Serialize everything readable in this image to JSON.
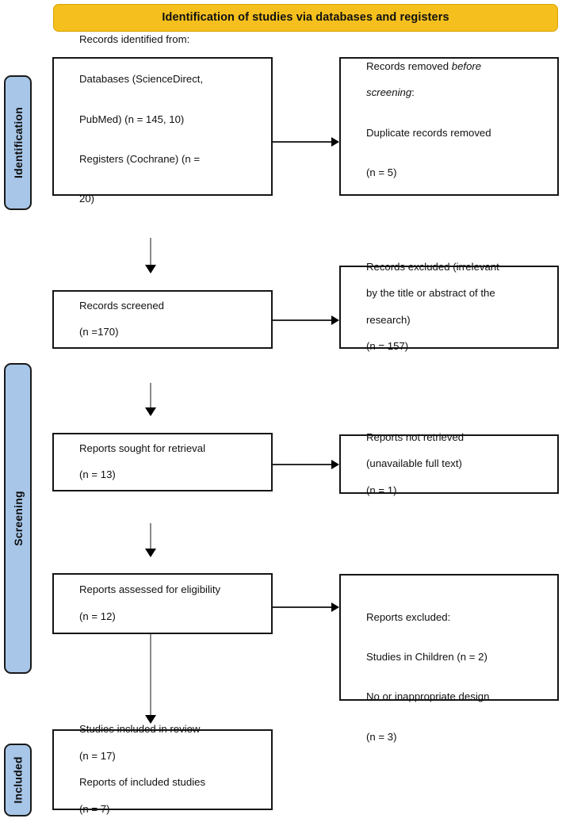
{
  "header": {
    "title": "Identification of studies via databases and registers",
    "background_color": "#f5c01e"
  },
  "stages": [
    {
      "id": "identification",
      "label": "Identification",
      "color": "#a7c6e8"
    },
    {
      "id": "screening",
      "label": "Screening",
      "color": "#a7c6e8"
    },
    {
      "id": "included",
      "label": "Included",
      "color": "#a7c6e8"
    }
  ],
  "boxes": {
    "records_identified": {
      "line1": "Records identified from:",
      "line2": "Databases (ScienceDirect,",
      "line3": "PubMed) (n = 145, 10)",
      "line4": "Registers (Cochrane) (n =",
      "line5": "20)"
    },
    "records_removed": {
      "line1_pre": "Records removed ",
      "line1_italic": "before",
      "line2_italic": "screening",
      "line2_post": ":",
      "line3": "Duplicate records removed",
      "line4": "(n = 5)"
    },
    "records_screened": {
      "line1": "Records screened",
      "line2": "(n =170)"
    },
    "records_excluded": {
      "line1": "Records excluded (irrelevant",
      "line2": "by the title or abstract of the",
      "line3": "research)",
      "line4": "(n = 157)"
    },
    "reports_sought": {
      "line1": "Reports sought for retrieval",
      "line2": "(n = 13)"
    },
    "reports_not_retrieved": {
      "line1": "Reports not retrieved",
      "line2": "(unavailable full text)",
      "line3": "(n = 1)"
    },
    "reports_assessed": {
      "line1": "Reports assessed for eligibility",
      "line2": "(n = 12)"
    },
    "reports_excluded": {
      "line1": "Reports excluded:",
      "line2": "Studies in Children (n = 2)",
      "line3": "No or inappropriate design",
      "line4": "(n = 3)"
    },
    "studies_included": {
      "line1": "Studies included in review",
      "line2": "(n = 17)",
      "line3": "Reports of included studies",
      "line4": "(n = 7)"
    }
  },
  "chart_data": {
    "type": "diagram",
    "title": "Identification of studies via databases and registers",
    "diagram_kind": "PRISMA flow diagram",
    "stages": [
      "Identification",
      "Screening",
      "Included"
    ],
    "nodes": [
      {
        "id": "records_identified",
        "stage": "Identification",
        "column": "left",
        "label": "Records identified from: Databases (ScienceDirect, PubMed) (n = 145, 10) Registers (Cochrane) (n = 20)",
        "counts": {
          "databases_sciencedirect": 145,
          "databases_pubmed": 10,
          "registers_cochrane": 20
        }
      },
      {
        "id": "records_removed",
        "stage": "Identification",
        "column": "right",
        "label": "Records removed before screening: Duplicate records removed (n = 5)",
        "counts": {
          "duplicate_records_removed": 5
        }
      },
      {
        "id": "records_screened",
        "stage": "Screening",
        "column": "left",
        "label": "Records screened (n =170)",
        "counts": {
          "n": 170
        }
      },
      {
        "id": "records_excluded",
        "stage": "Screening",
        "column": "right",
        "label": "Records excluded (irrelevant by the title or abstract of the research) (n = 157)",
        "counts": {
          "n": 157
        }
      },
      {
        "id": "reports_sought",
        "stage": "Screening",
        "column": "left",
        "label": "Reports sought for retrieval (n = 13)",
        "counts": {
          "n": 13
        }
      },
      {
        "id": "reports_not_retrieved",
        "stage": "Screening",
        "column": "right",
        "label": "Reports not retrieved (unavailable full text) (n = 1)",
        "counts": {
          "n": 1
        }
      },
      {
        "id": "reports_assessed",
        "stage": "Screening",
        "column": "left",
        "label": "Reports assessed for eligibility (n = 12)",
        "counts": {
          "n": 12
        }
      },
      {
        "id": "reports_excluded",
        "stage": "Screening",
        "column": "right",
        "label": "Reports excluded: Studies in Children (n = 2) No or inappropriate design (n = 3)",
        "counts": {
          "studies_in_children": 2,
          "no_or_inappropriate_design": 3
        }
      },
      {
        "id": "studies_included",
        "stage": "Included",
        "column": "left",
        "label": "Studies included in review (n = 17) Reports of included studies (n = 7)",
        "counts": {
          "studies_included_in_review": 17,
          "reports_of_included_studies": 7
        }
      }
    ],
    "edges": [
      {
        "from": "records_identified",
        "to": "records_removed",
        "direction": "right"
      },
      {
        "from": "records_identified",
        "to": "records_screened",
        "direction": "down"
      },
      {
        "from": "records_screened",
        "to": "records_excluded",
        "direction": "right"
      },
      {
        "from": "records_screened",
        "to": "reports_sought",
        "direction": "down"
      },
      {
        "from": "reports_sought",
        "to": "reports_not_retrieved",
        "direction": "right"
      },
      {
        "from": "reports_sought",
        "to": "reports_assessed",
        "direction": "down"
      },
      {
        "from": "reports_assessed",
        "to": "reports_excluded",
        "direction": "right"
      },
      {
        "from": "reports_assessed",
        "to": "studies_included",
        "direction": "down"
      }
    ]
  }
}
